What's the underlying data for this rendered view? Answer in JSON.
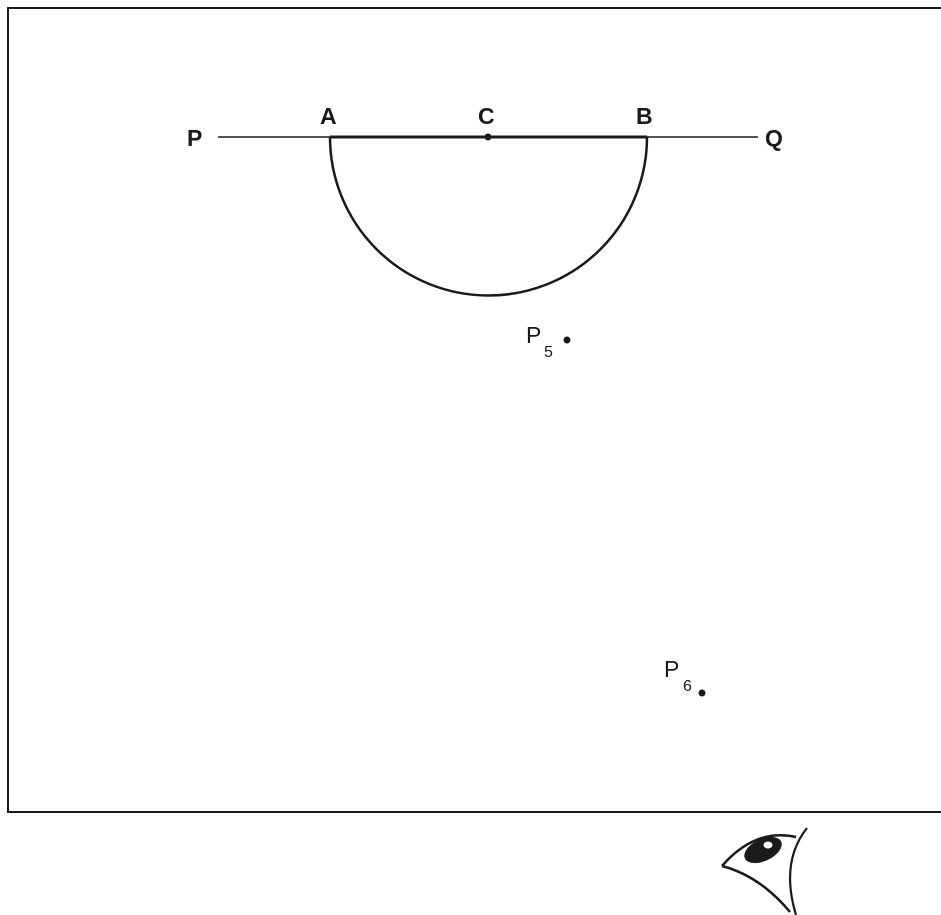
{
  "labels": {
    "P": "P",
    "A": "A",
    "C": "C",
    "B": "B",
    "Q": "Q",
    "P5_main": "P",
    "P5_sub": "5",
    "P6_main": "P",
    "P6_sub": "6"
  },
  "icons": {
    "eye": "eye-icon"
  },
  "colors": {
    "ink": "#1a1a1a",
    "background": "#ffffff"
  }
}
